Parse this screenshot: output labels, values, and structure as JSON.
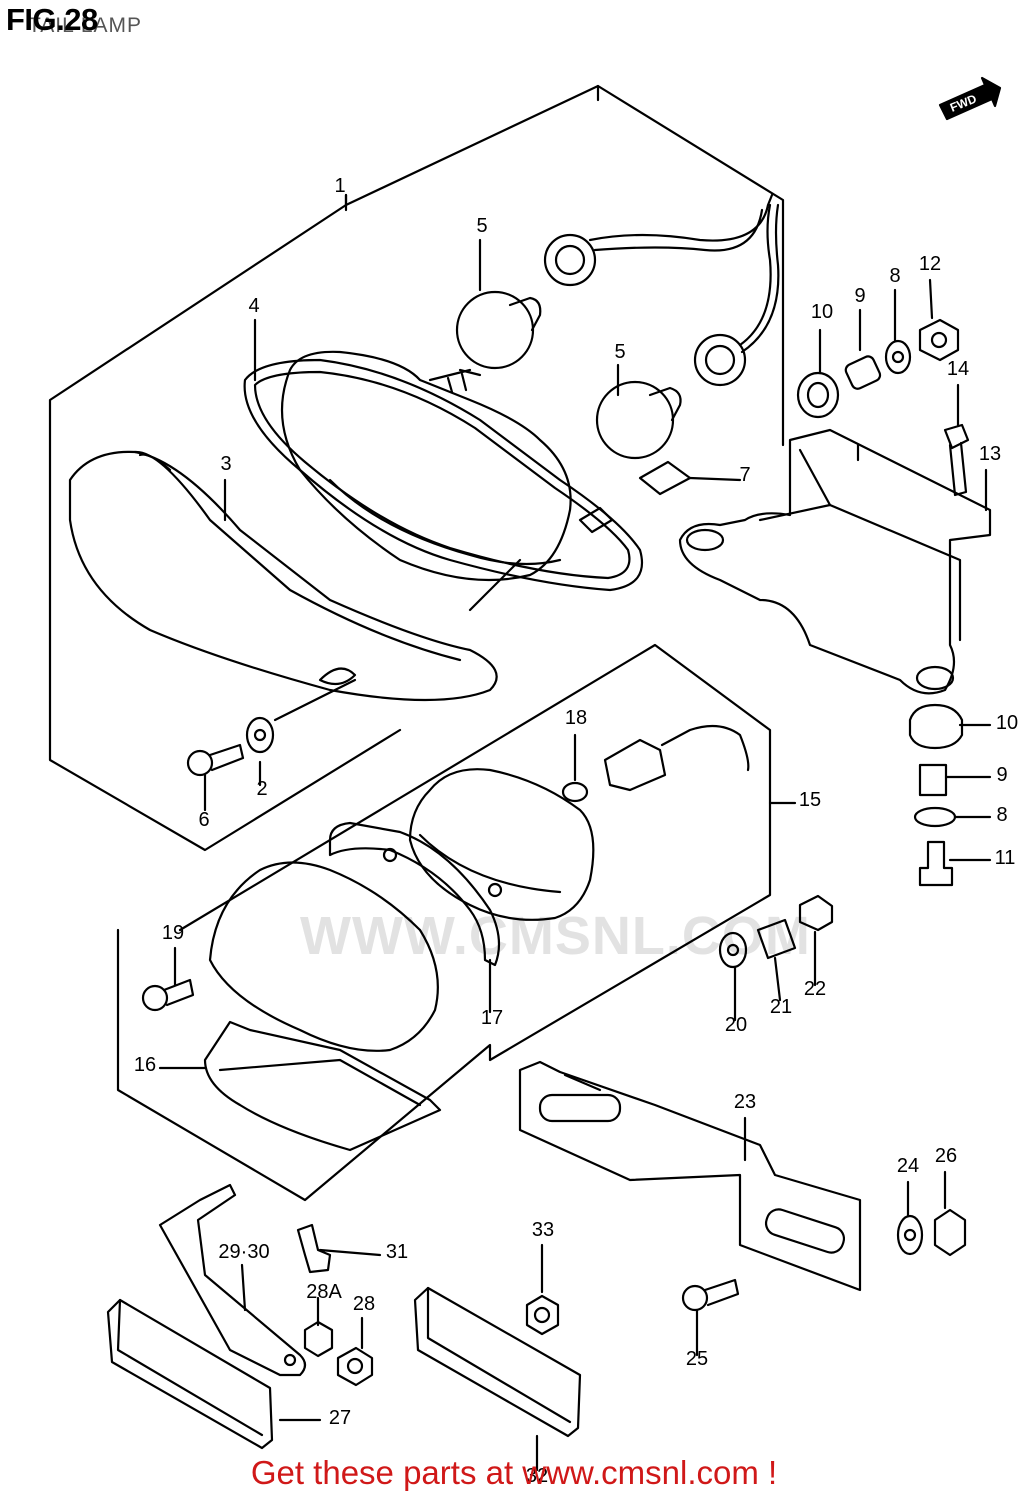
{
  "figure": {
    "number_label": "FIG.28",
    "subtitle": "TAIL LAMP",
    "direction_label": "FWD"
  },
  "watermark": {
    "text": "WWW.CMSNL.COM"
  },
  "callouts": [
    "1",
    "2",
    "3",
    "4",
    "5",
    "5",
    "6",
    "7",
    "8",
    "9",
    "10",
    "12",
    "13",
    "14",
    "10",
    "9",
    "8",
    "11",
    "15",
    "17",
    "18",
    "19",
    "16",
    "20",
    "21",
    "22",
    "23",
    "24",
    "26",
    "25",
    "27",
    "28",
    "28A",
    "29·30",
    "31",
    "33",
    "32"
  ],
  "footer": {
    "text": "Get these parts at www.cmsnl.com !",
    "color": "#d01818"
  }
}
